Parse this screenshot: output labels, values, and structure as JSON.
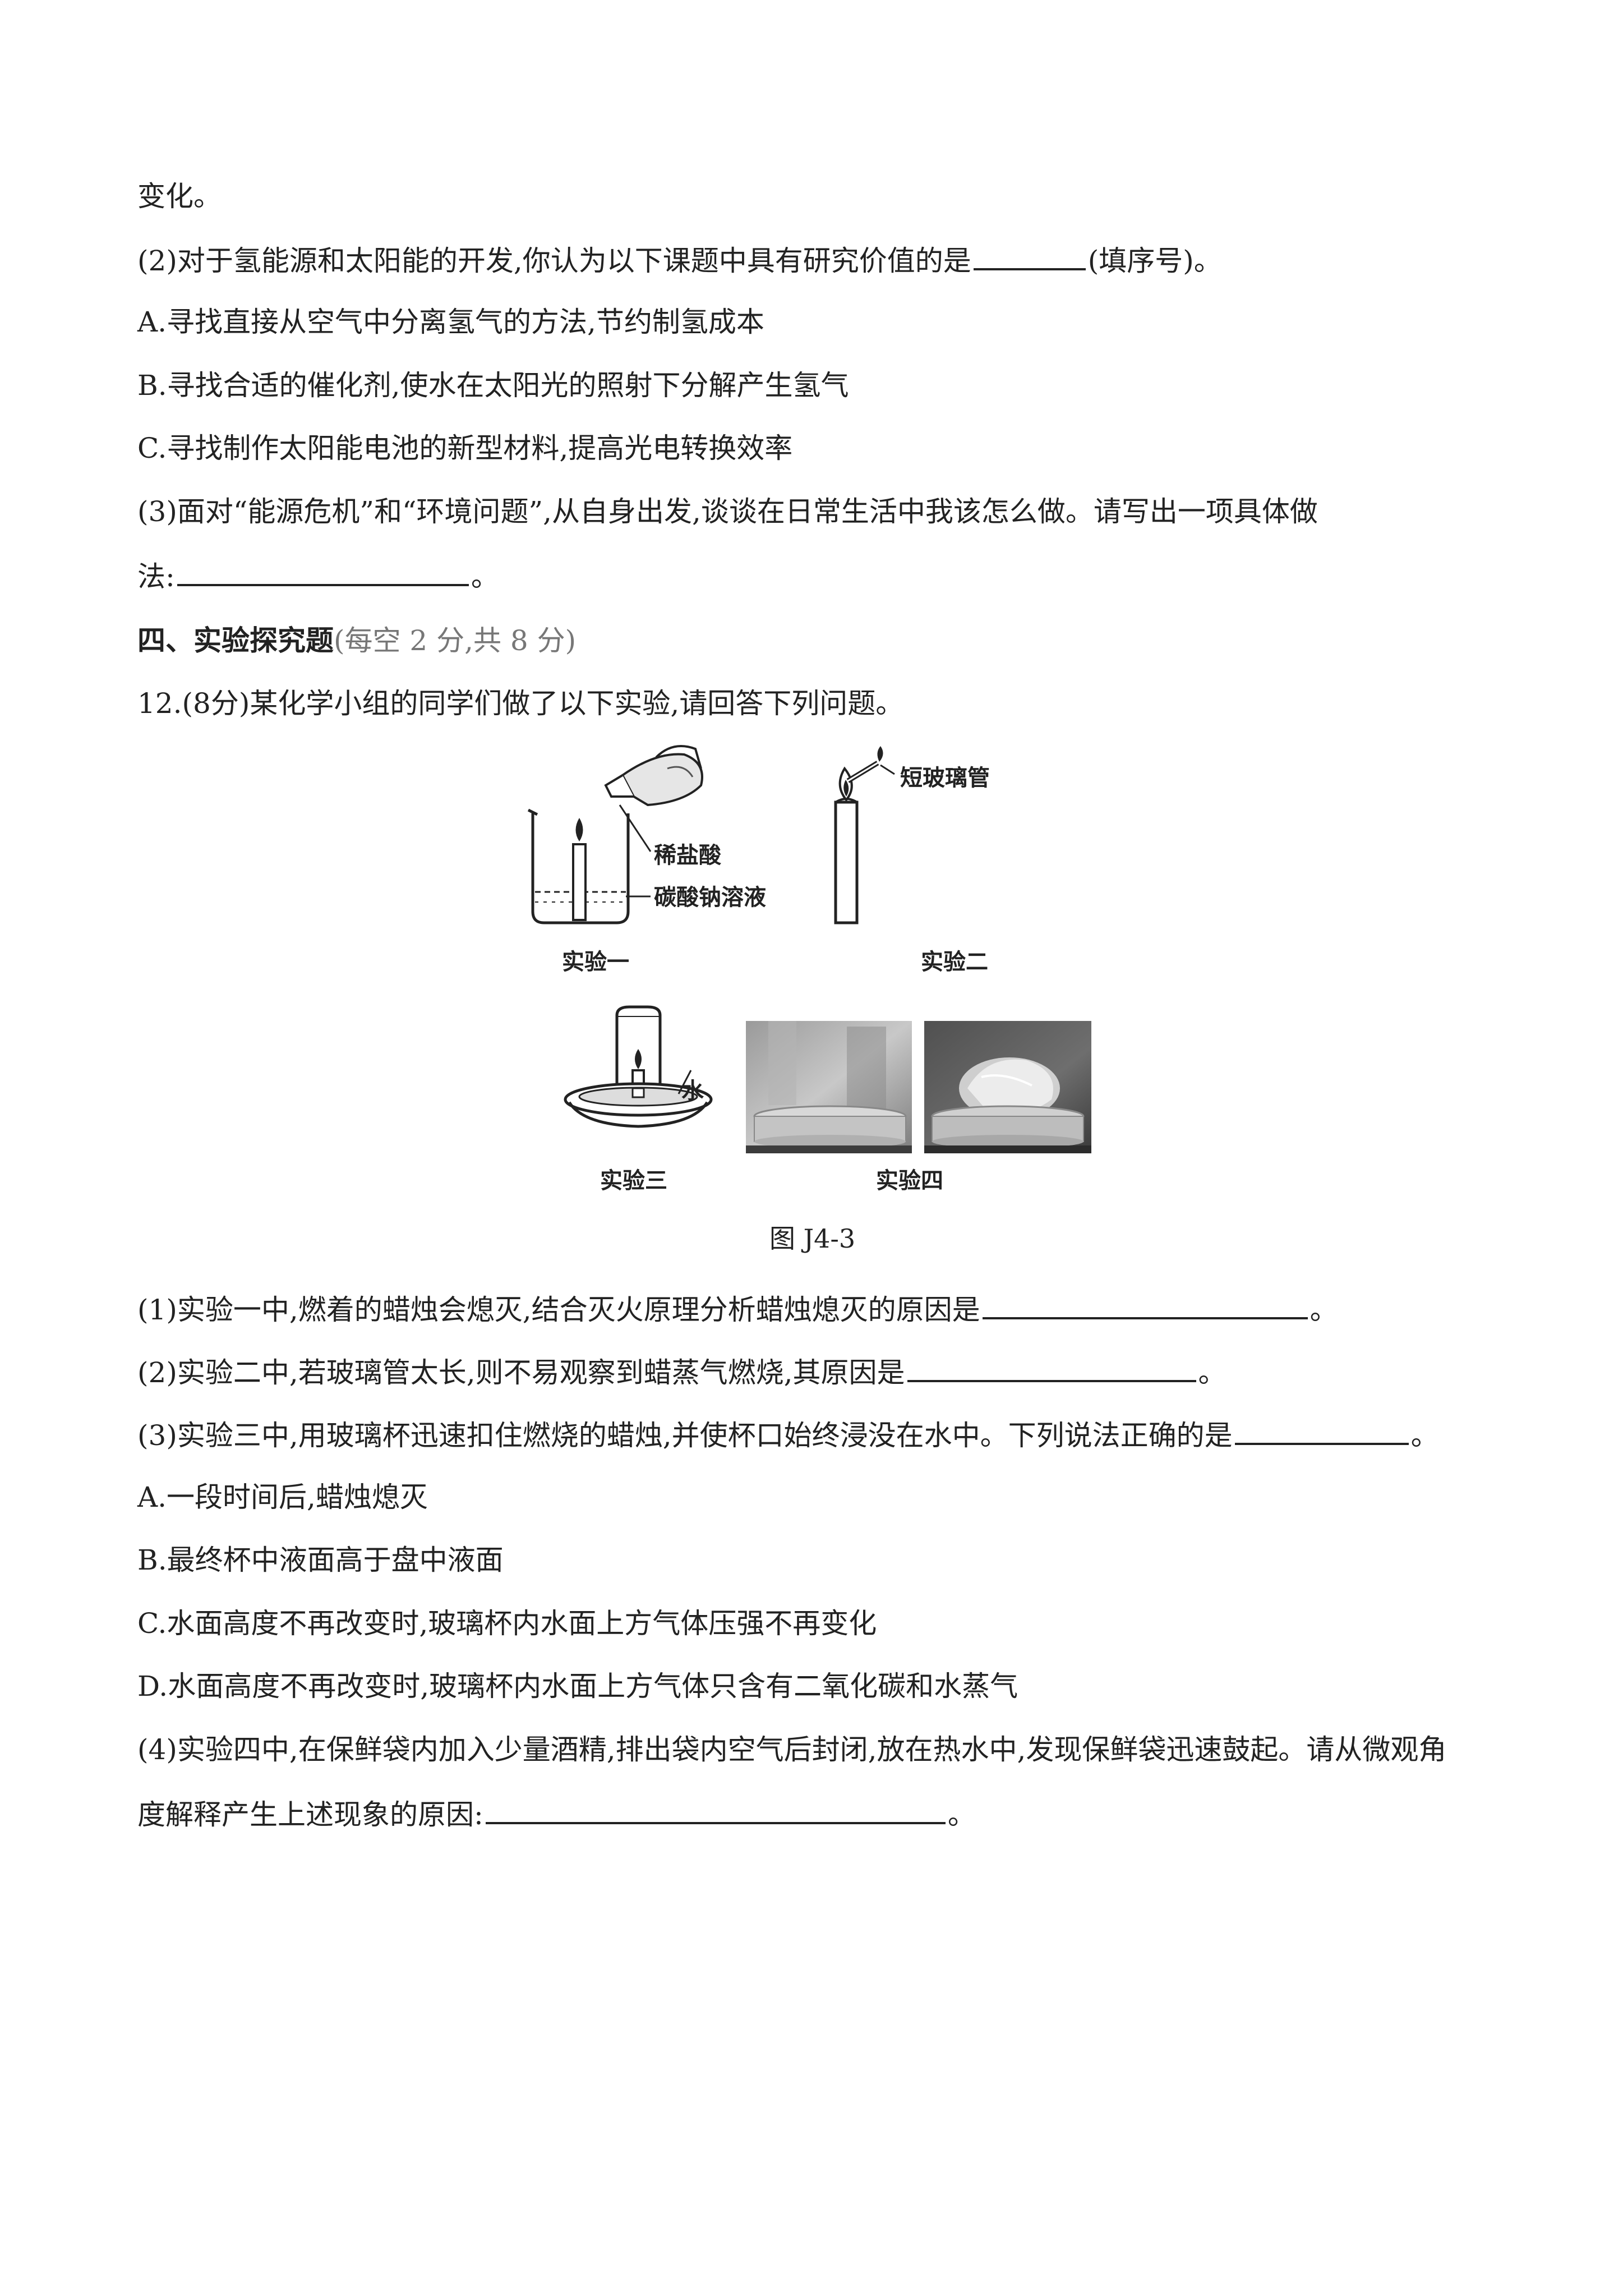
{
  "top": {
    "cont": "变化。",
    "q2": "(2)对于氢能源和太阳能的开发,你认为以下课题中具有研究价值的是",
    "q2_tail": "(填序号)。",
    "optA": "A.寻找直接从空气中分离氢气的方法,节约制氢成本",
    "optB": "B.寻找合适的催化剂,使水在太阳光的照射下分解产生氢气",
    "optC": "C.寻找制作太阳能电池的新型材料,提高光电转换效率",
    "q3_line1": "(3)面对“能源危机”和“环境问题”,从自身出发,谈谈在日常生活中我该怎么做。请写出一项具体做",
    "q3_line2": "法:",
    "q3_tail": "。"
  },
  "section": {
    "title": "四、实验探究题",
    "note": "(每空 2 分,共 8 分)"
  },
  "q12": {
    "stem": "12.(8分)某化学小组的同学们做了以下实验,请回答下列问题。",
    "figure": {
      "exp1_label": "实验一",
      "exp2_label": "实验二",
      "exp3_label": "实验三",
      "exp4_label": "实验四",
      "acid_label": "稀盐酸",
      "solution_label": "碳酸钠溶液",
      "tube_label": "短玻璃管",
      "water_label": "水",
      "caption": "图 J4-3"
    },
    "s1": "(1)实验一中,燃着的蜡烛会熄灭,结合灭火原理分析蜡烛熄灭的原因是",
    "s1_tail": "。",
    "s2": "(2)实验二中,若玻璃管太长,则不易观察到蜡蒸气燃烧,其原因是",
    "s2_tail": "。",
    "s3": "(3)实验三中,用玻璃杯迅速扣住燃烧的蜡烛,并使杯口始终浸没在水中。下列说法正确的是",
    "s3_tail": "。",
    "optA": "A.一段时间后,蜡烛熄灭",
    "optB": "B.最终杯中液面高于盘中液面",
    "optC": "C.水面高度不再改变时,玻璃杯内水面上方气体压强不再变化",
    "optD": "D.水面高度不再改变时,玻璃杯内水面上方气体只含有二氧化碳和水蒸气",
    "s4_line1": "(4)实验四中,在保鲜袋内加入少量酒精,排出袋内空气后封闭,放在热水中,发现保鲜袋迅速鼓起。请从微观角",
    "s4_line2": "度解释产生上述现象的原因:",
    "s4_tail": "。"
  }
}
